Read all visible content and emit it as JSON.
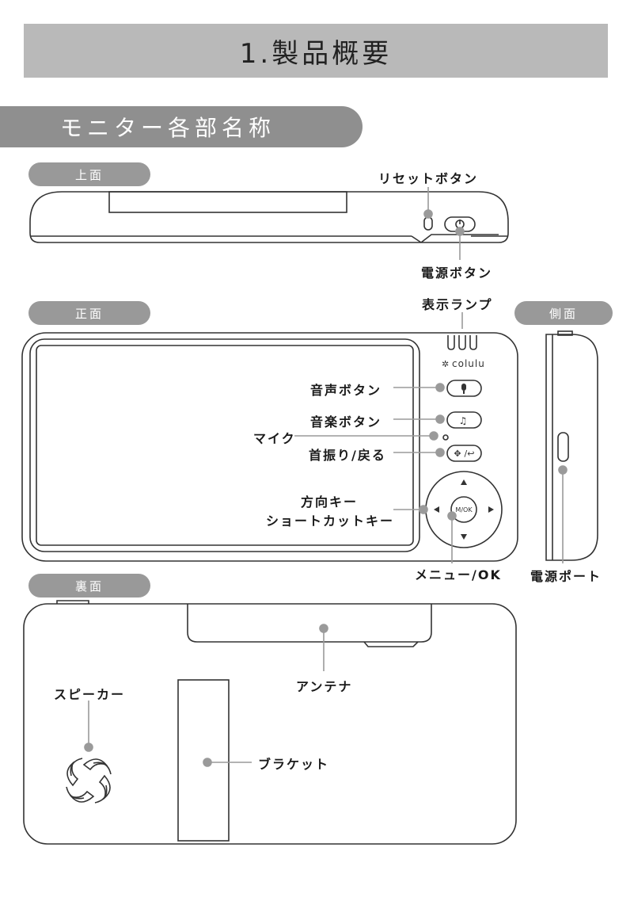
{
  "title": "1.製品概要",
  "section": "モニター各部名称",
  "views": {
    "top": "上面",
    "front": "正面",
    "side": "側面",
    "back": "裏面"
  },
  "labels": {
    "reset_button": "リセットボタン",
    "power_button": "電源ボタン",
    "indicator_lamp": "表示ランプ",
    "voice_button": "音声ボタン",
    "music_button": "音楽ボタン",
    "mic": "マイク",
    "pan_back": "首振り/戻る",
    "direction_key_1": "方向キー",
    "direction_key_2": "ショートカットキー",
    "menu_ok": "メニュー/OK",
    "power_port": "電源ポート",
    "antenna": "アンテナ",
    "speaker": "スピーカー",
    "bracket": "ブラケット"
  },
  "brand": "colulu",
  "ok_key_text": "M/OK",
  "colors": {
    "title_bar": "#b9b9b9",
    "section_tab": "#8f8f8f",
    "pill": "#999999",
    "leader": "#9a9a9a",
    "outline": "#333333"
  }
}
